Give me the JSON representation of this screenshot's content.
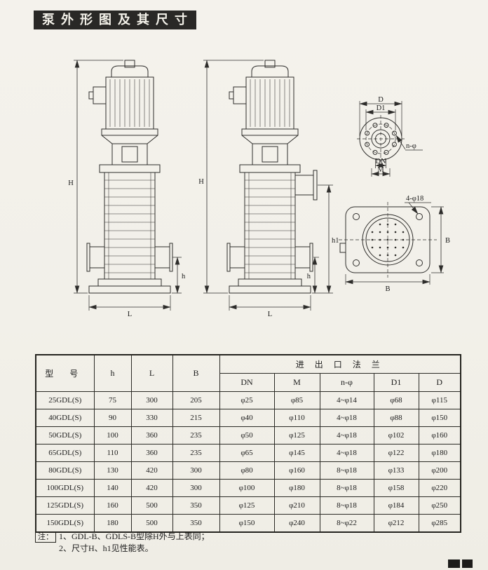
{
  "page": {
    "title": "泵外形图及其尺寸"
  },
  "drawing": {
    "pump_left": {
      "dim_H": "H",
      "dim_h": "h",
      "dim_L": "L"
    },
    "pump_right": {
      "dim_H": "H",
      "dim_h1": "h1",
      "dim_h": "h",
      "dim_L": "L"
    },
    "flange_top": {
      "dim_D": "D",
      "dim_D1": "D1",
      "dim_DN": "DN",
      "dim_M": "M",
      "label_n_phi": "n-φ"
    },
    "flange_bottom": {
      "label_holes": "4-φ18",
      "dim_B_right": "B",
      "dim_B_bottom": "B"
    }
  },
  "table": {
    "headers": {
      "model": "型  号",
      "h": "h",
      "L": "L",
      "B": "B",
      "flange_group": "进 出 口 法 兰",
      "sub": [
        "DN",
        "M",
        "n-φ",
        "D1",
        "D"
      ]
    },
    "rows": [
      [
        "25GDL(S)",
        "75",
        "300",
        "205",
        "φ25",
        "φ85",
        "4~φ14",
        "φ68",
        "φ115"
      ],
      [
        "40GDL(S)",
        "90",
        "330",
        "215",
        "φ40",
        "φ110",
        "4~φ18",
        "φ88",
        "φ150"
      ],
      [
        "50GDL(S)",
        "100",
        "360",
        "235",
        "φ50",
        "φ125",
        "4~φ18",
        "φ102",
        "φ160"
      ],
      [
        "65GDL(S)",
        "110",
        "360",
        "235",
        "φ65",
        "φ145",
        "4~φ18",
        "φ122",
        "φ180"
      ],
      [
        "80GDL(S)",
        "130",
        "420",
        "300",
        "φ80",
        "φ160",
        "8~φ18",
        "φ133",
        "φ200"
      ],
      [
        "100GDL(S)",
        "140",
        "420",
        "300",
        "φ100",
        "φ180",
        "8~φ18",
        "φ158",
        "φ220"
      ],
      [
        "125GDL(S)",
        "160",
        "500",
        "350",
        "φ125",
        "φ210",
        "8~φ18",
        "φ184",
        "φ250"
      ],
      [
        "150GDL(S)",
        "180",
        "500",
        "350",
        "φ150",
        "φ240",
        "8~φ22",
        "φ212",
        "φ285"
      ]
    ]
  },
  "notes": {
    "label": "注：",
    "items": [
      "1、GDL-B、GDLS-B型除H外与上表同；",
      "2、尺寸H、h1见性能表。"
    ]
  }
}
